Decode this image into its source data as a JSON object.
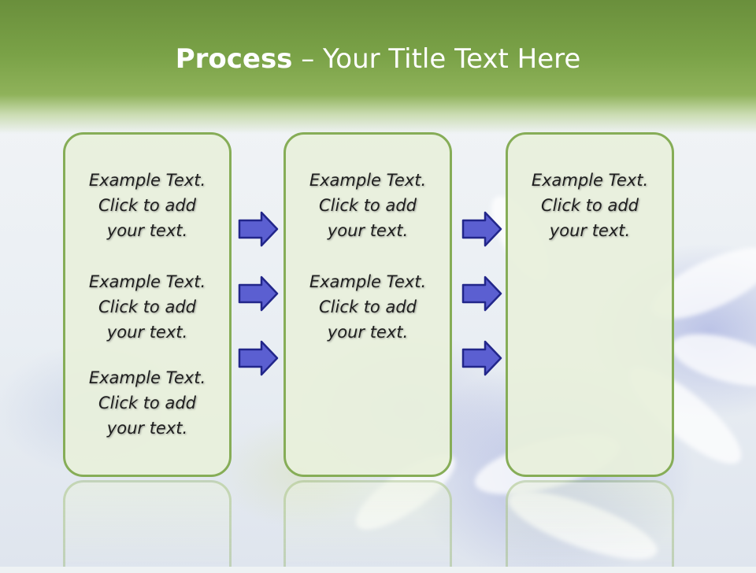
{
  "slide": {
    "title_bold": "Process",
    "title_rest": " – Your Title Text Here"
  },
  "colors": {
    "header_green": "#7aa247",
    "panel_border": "#86ad57",
    "panel_fill": "#e8f0dc",
    "arrow_fill": "#5b5fd1",
    "arrow_stroke": "#22268a"
  },
  "panels": [
    {
      "blocks": [
        [
          "Example Text.",
          "Click  to add",
          "your text."
        ],
        [
          "Example Text.",
          "Click  to add",
          "your text."
        ],
        [
          "Example Text.",
          "Click  to add",
          "your text."
        ]
      ]
    },
    {
      "blocks": [
        [
          "Example Text.",
          "Click  to add",
          "your text."
        ],
        [
          "Example Text.",
          "Click  to add",
          "your text."
        ]
      ]
    },
    {
      "blocks": [
        [
          "Example Text.",
          "Click  to add",
          "your text."
        ]
      ]
    }
  ],
  "arrows": [
    {
      "icon": "right-arrow-icon"
    },
    {
      "icon": "right-arrow-icon"
    },
    {
      "icon": "right-arrow-icon"
    },
    {
      "icon": "right-arrow-icon"
    },
    {
      "icon": "right-arrow-icon"
    },
    {
      "icon": "right-arrow-icon"
    }
  ]
}
